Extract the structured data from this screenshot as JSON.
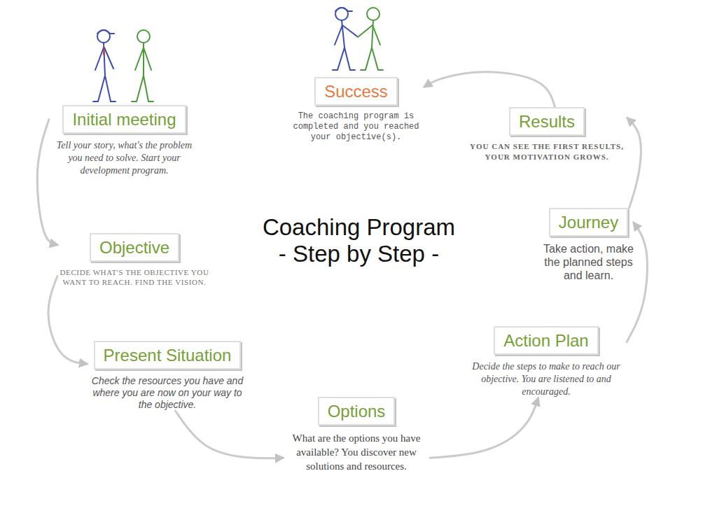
{
  "diagram": {
    "title": "Coaching Program - Step by Step -",
    "nodes": [
      {
        "text": [
          "Initial meeting",
          "Tell your story, what's the problem you need to solve. Start your development program."
        ]
      },
      {
        "text": [
          "Objective",
          "DECIDE WHAT'S THE OBJECTIVE YOU WANT TO REACH. FIND THE VISION."
        ]
      },
      {
        "text": [
          "Present Situation",
          "Check the resources you have and where you are now on your way to the objective."
        ]
      },
      {
        "text": [
          "Options",
          "What are the options you have available? You discover new solutions and resources."
        ]
      },
      {
        "text": [
          "Action Plan",
          "Decide the steps to make to reach our objective. You are listened to and encouraged."
        ]
      },
      {
        "text": [
          "Journey",
          "Take action, make the planned steps and learn."
        ]
      },
      {
        "text": [
          "Results",
          "YOU CAN SEE THE FIRST RESULTS, YOUR MOTIVATION GROWS."
        ]
      },
      {
        "text": [
          "Success",
          "The coaching program is completed and you reached your objective(s)."
        ]
      }
    ],
    "edges": [
      {
        "from": 0,
        "to": 1,
        "arrow": "to"
      },
      {
        "from": 1,
        "to": 2,
        "arrow": "to"
      },
      {
        "from": 2,
        "to": 3,
        "arrow": "to"
      },
      {
        "from": 3,
        "to": 4,
        "arrow": "to"
      },
      {
        "from": 4,
        "to": 5,
        "arrow": "to"
      },
      {
        "from": 5,
        "to": 6,
        "arrow": "to"
      },
      {
        "from": 6,
        "to": 7,
        "arrow": "to"
      }
    ]
  }
}
